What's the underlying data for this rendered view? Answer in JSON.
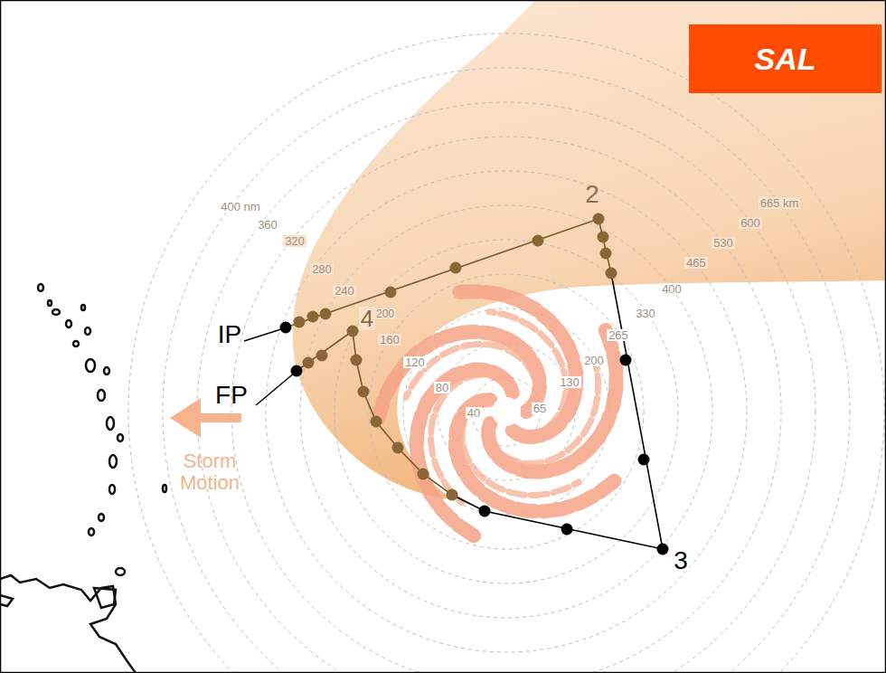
{
  "diagram": {
    "nodes": [
      {
        "text": [
          "SAL"
        ]
      }
    ],
    "labels": [
      "IP",
      "FP",
      "2",
      "3",
      "4",
      "Storm Motion",
      "400 nm",
      "360",
      "320",
      "280",
      "240",
      "200",
      "160",
      "120",
      "80",
      "40",
      "665 km",
      "600",
      "530",
      "465",
      "400",
      "330",
      "265",
      "200",
      "130",
      "65"
    ]
  }
}
